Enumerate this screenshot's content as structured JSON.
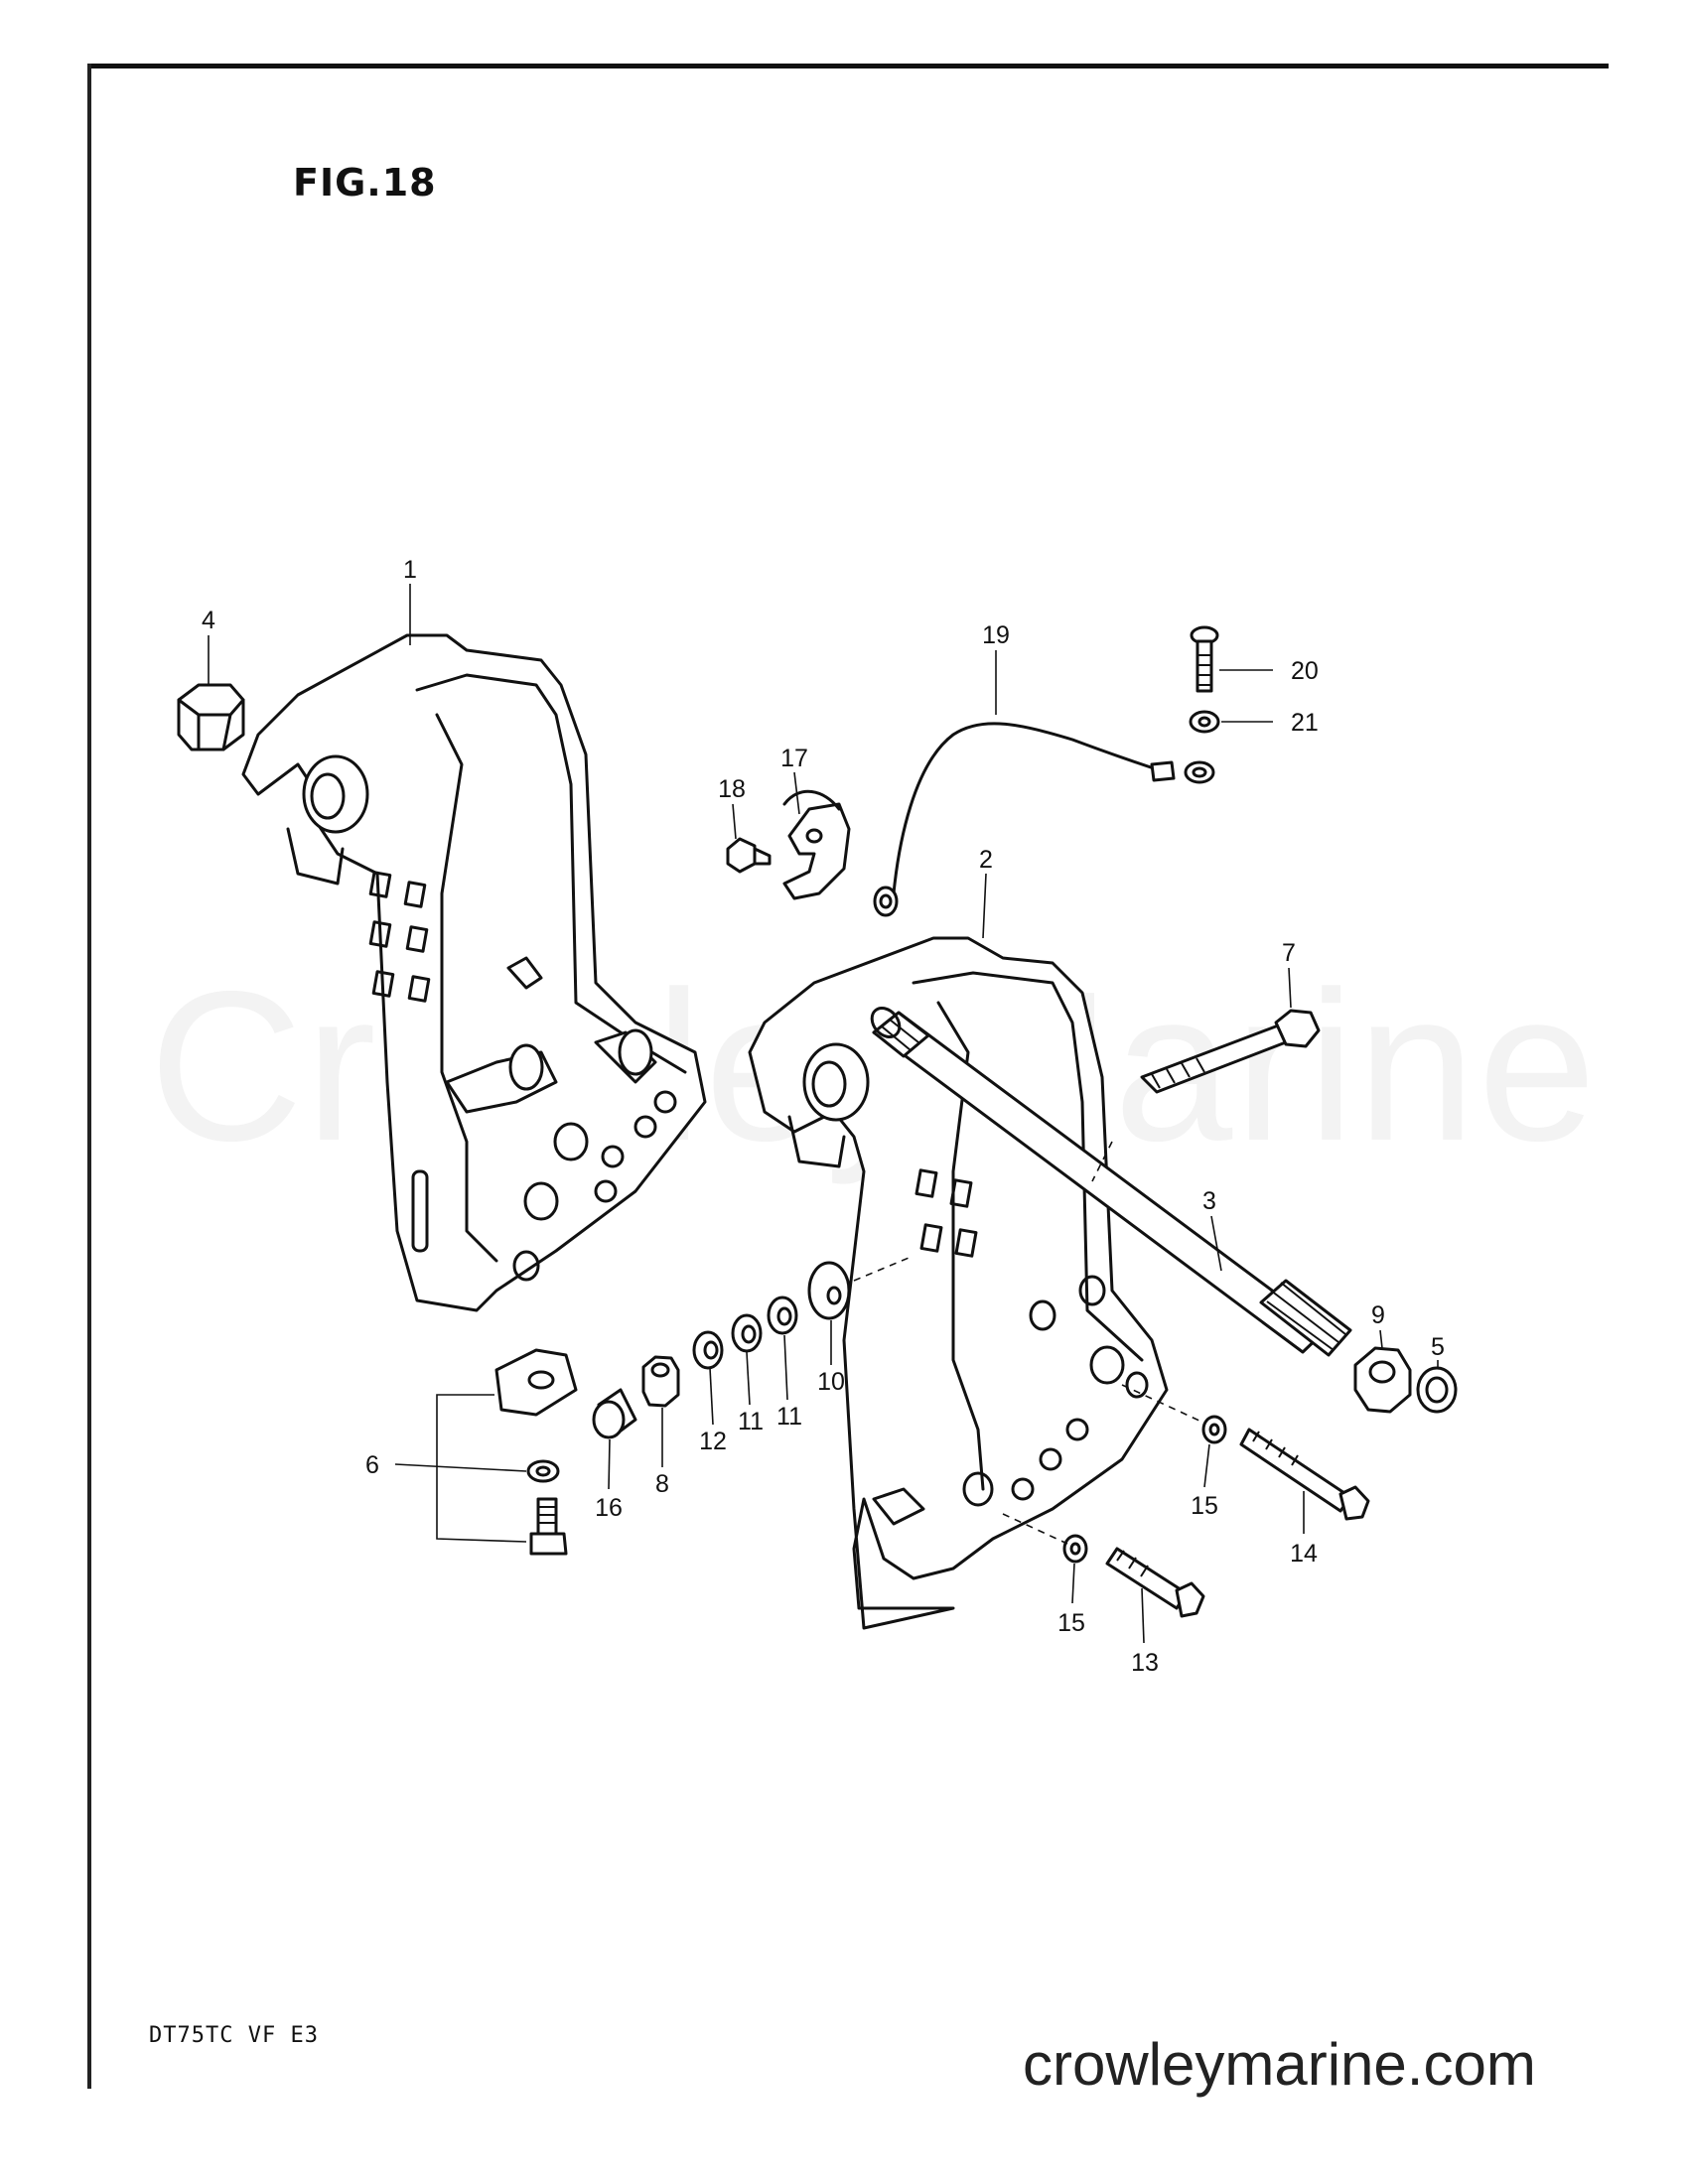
{
  "diagram": {
    "title": "FIG.18",
    "model_code": "DT75TC VF E3",
    "source_url": "crowleymarine.com",
    "watermark": "CrowleyMarine"
  },
  "callouts": [
    {
      "id": "c1",
      "label": "1"
    },
    {
      "id": "c2",
      "label": "2"
    },
    {
      "id": "c3",
      "label": "3"
    },
    {
      "id": "c4",
      "label": "4"
    },
    {
      "id": "c5",
      "label": "5"
    },
    {
      "id": "c6",
      "label": "6"
    },
    {
      "id": "c7",
      "label": "7"
    },
    {
      "id": "c8",
      "label": "8"
    },
    {
      "id": "c9",
      "label": "9"
    },
    {
      "id": "c10",
      "label": "10"
    },
    {
      "id": "c11a",
      "label": "11"
    },
    {
      "id": "c11b",
      "label": "11"
    },
    {
      "id": "c12",
      "label": "12"
    },
    {
      "id": "c13",
      "label": "13"
    },
    {
      "id": "c14",
      "label": "14"
    },
    {
      "id": "c15a",
      "label": "15"
    },
    {
      "id": "c15b",
      "label": "15"
    },
    {
      "id": "c16",
      "label": "16"
    },
    {
      "id": "c17",
      "label": "17"
    },
    {
      "id": "c18",
      "label": "18"
    },
    {
      "id": "c19",
      "label": "19"
    },
    {
      "id": "c20",
      "label": "20"
    },
    {
      "id": "c21",
      "label": "21"
    }
  ]
}
